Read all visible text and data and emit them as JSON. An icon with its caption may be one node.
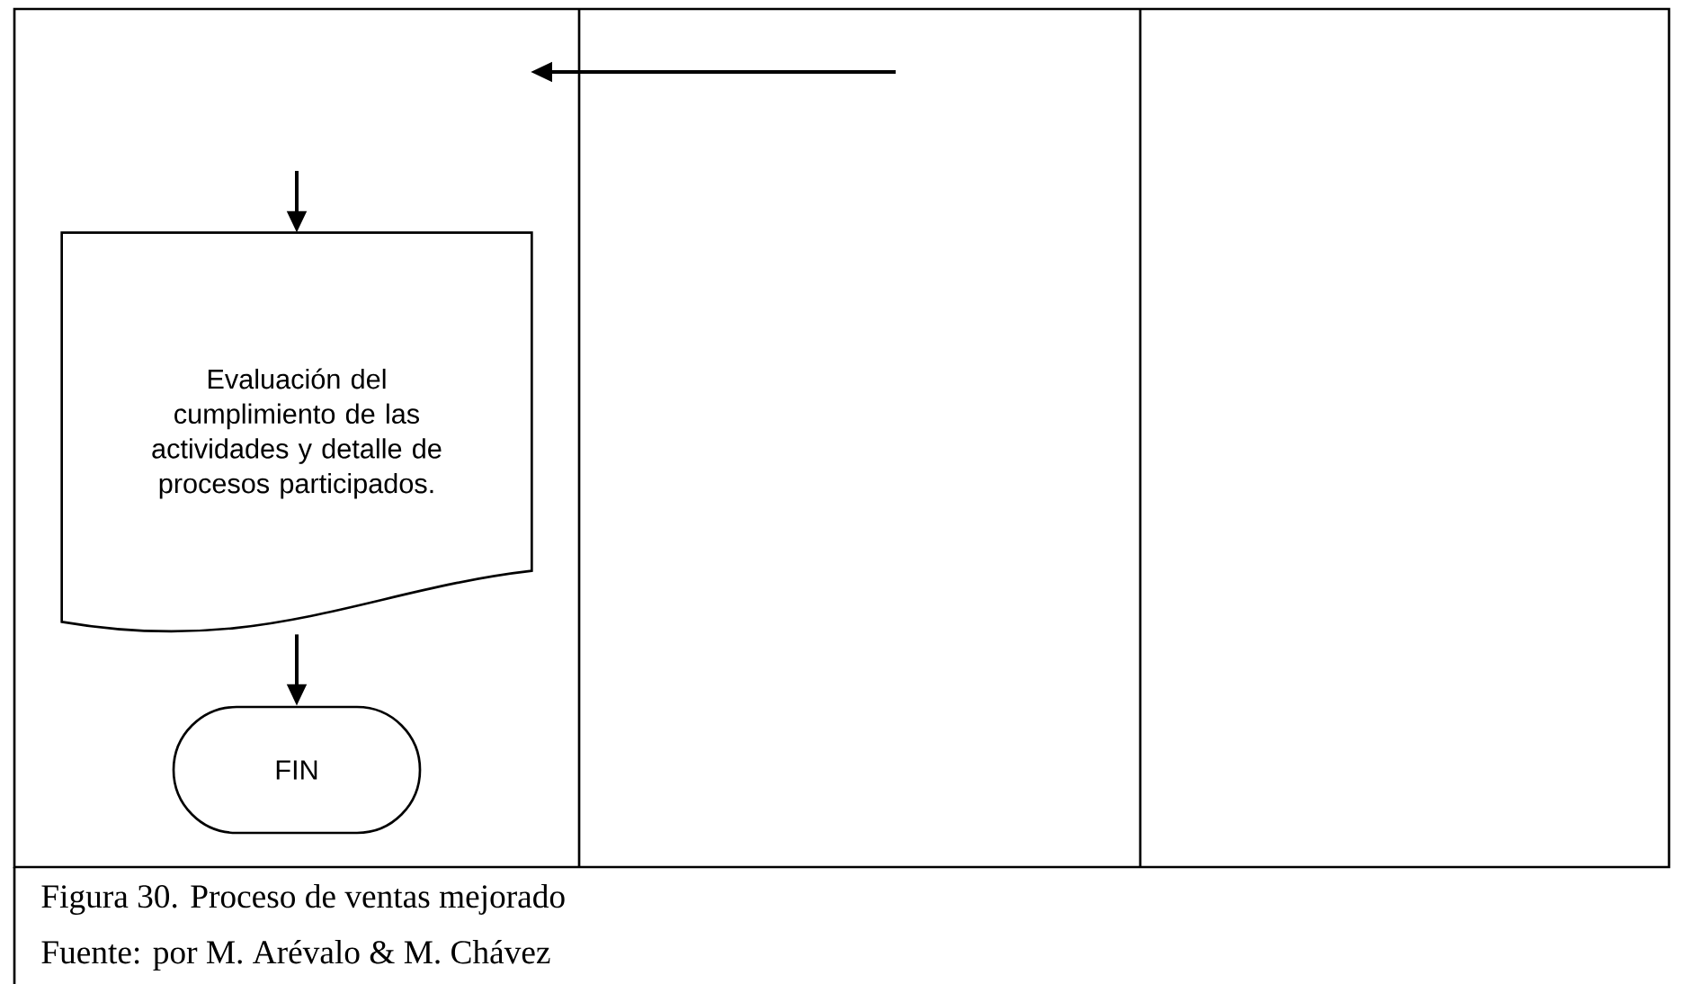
{
  "diagram": {
    "caption": "Figura 30. Proceso de ventas mejorado",
    "nodes": [
      {
        "text": [
          "Evaluación del cumplimiento de las actividades y detalle de procesos participados."
        ]
      },
      {
        "text": [
          "FIN"
        ]
      }
    ],
    "edges": [
      {
        "from": null,
        "to": 0,
        "arrow": "to"
      },
      {
        "from": 0,
        "to": 1,
        "arrow": "to"
      }
    ],
    "labels": [
      "Fuente: por M. Arévalo & M. Chávez"
    ]
  }
}
